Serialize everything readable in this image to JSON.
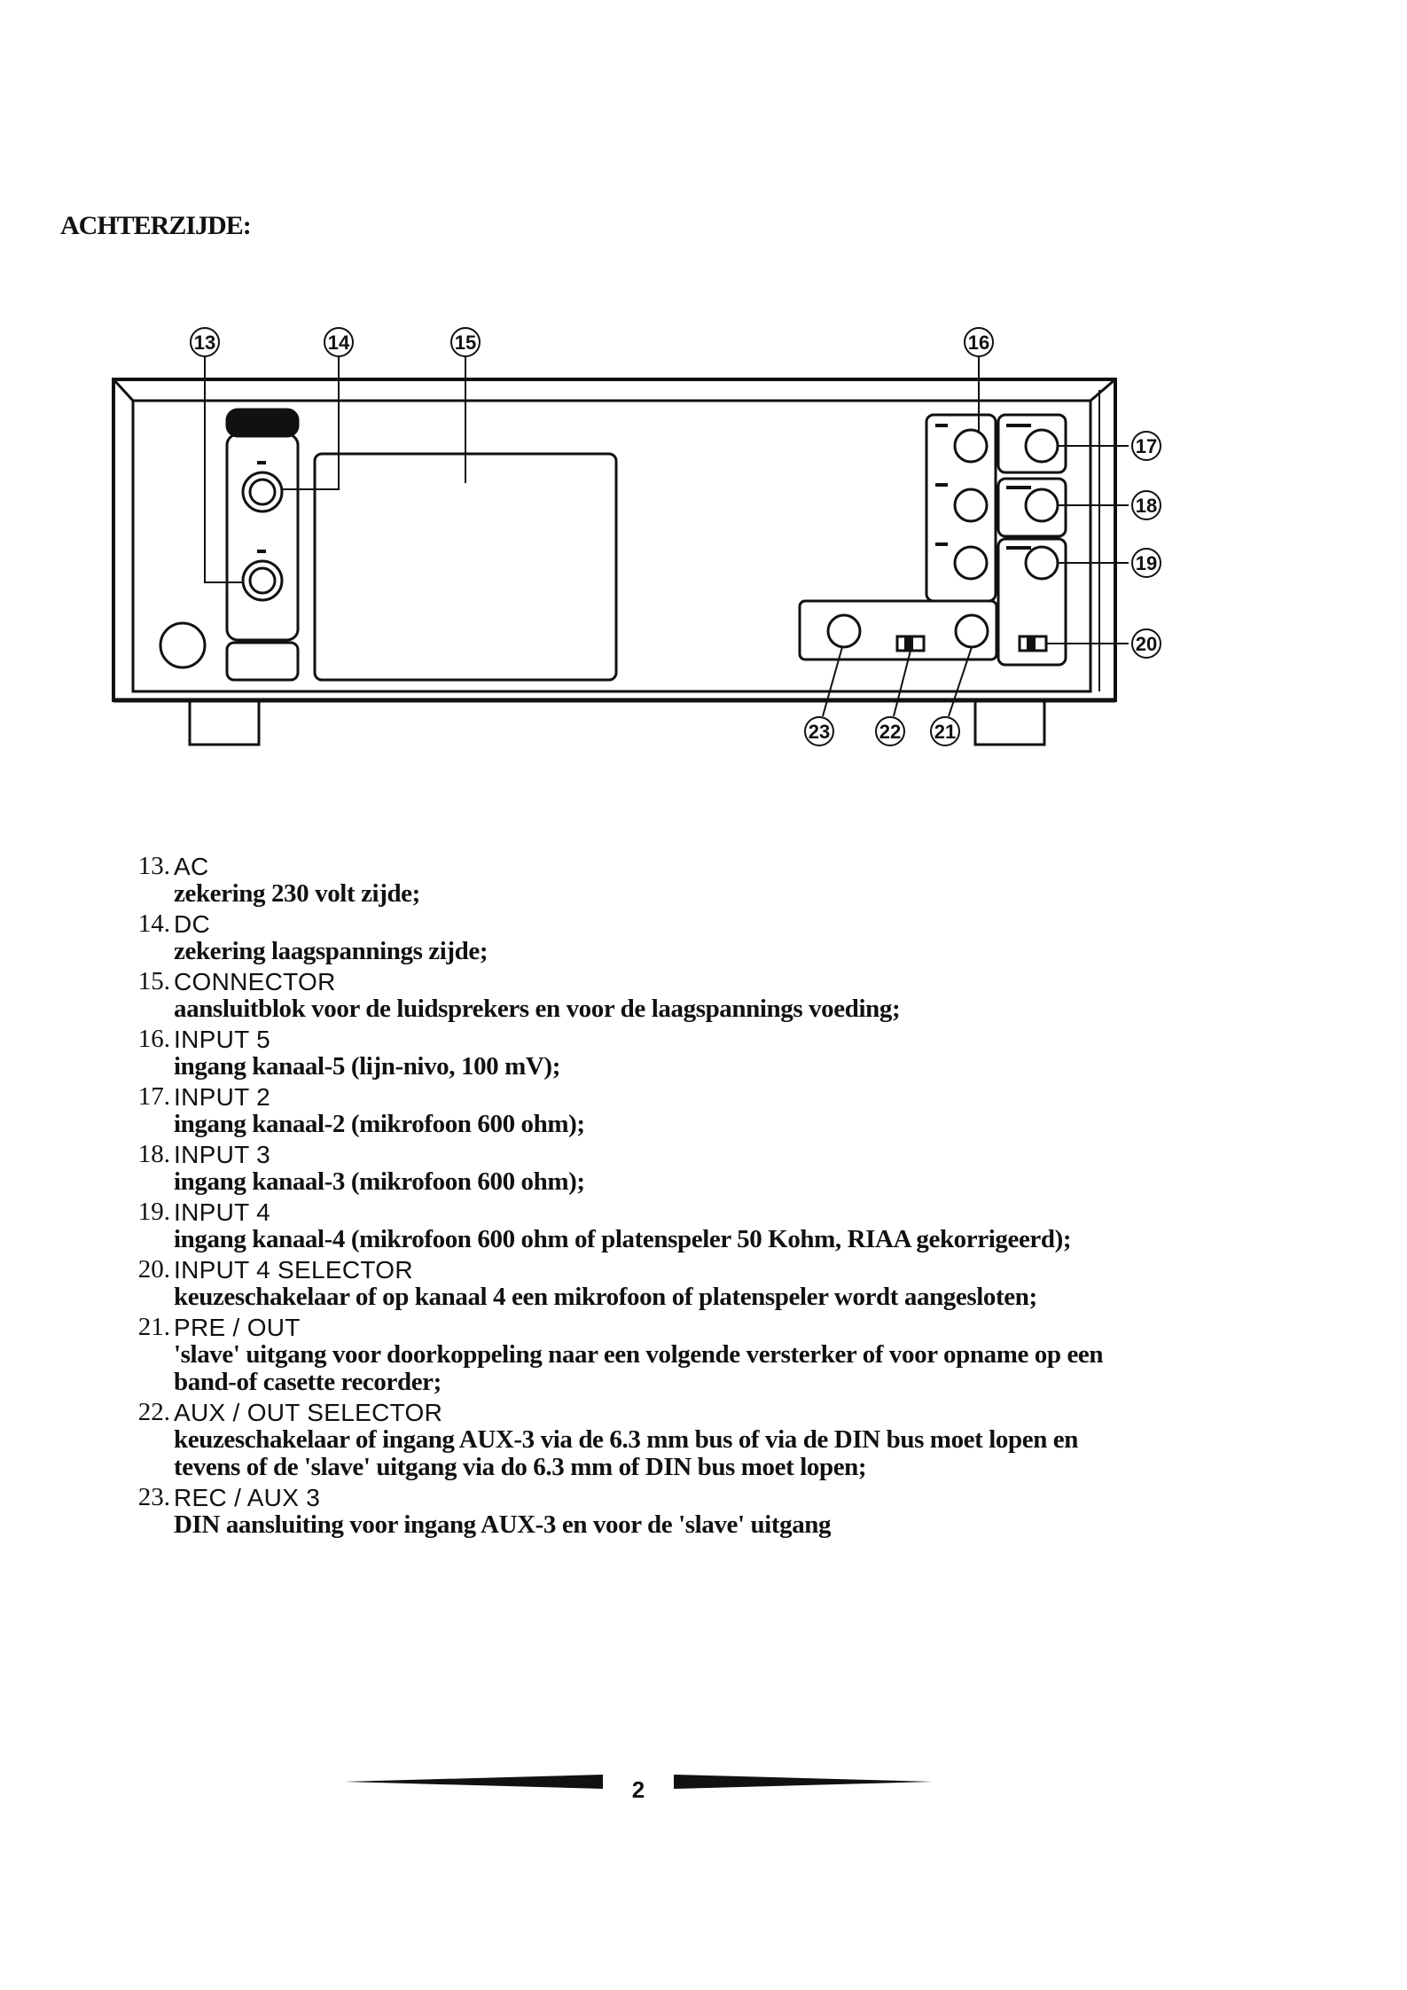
{
  "heading": "ACHTERZIJDE:",
  "callouts": [
    "13",
    "14",
    "15",
    "16",
    "17",
    "18",
    "19",
    "20",
    "21",
    "22",
    "23"
  ],
  "items": [
    {
      "num": "13",
      "label": "AC",
      "desc": "zekering 230 volt zijde;"
    },
    {
      "num": "14",
      "label": "DC",
      "desc": "zekering laagspannings zijde;"
    },
    {
      "num": "15",
      "label": "CONNECTOR",
      "desc": "aansluitblok voor de luidsprekers en voor de laagspannings voeding;"
    },
    {
      "num": "16",
      "label": "INPUT 5",
      "desc": "ingang kanaal-5 (lijn-nivo, 100 mV);"
    },
    {
      "num": "17",
      "label": "INPUT 2",
      "desc": "ingang kanaal-2 (mikrofoon 600 ohm);"
    },
    {
      "num": "18",
      "label": "INPUT 3",
      "desc": "ingang kanaal-3 (mikrofoon 600 ohm);"
    },
    {
      "num": "19",
      "label": "INPUT 4",
      "desc": "ingang kanaal-4 (mikrofoon 600 ohm of platenspeler 50 Kohm, RIAA gekorrigeerd);"
    },
    {
      "num": "20",
      "label": "INPUT 4 SELECTOR",
      "desc": "keuzeschakelaar of op kanaal 4 een mikrofoon of platenspeler wordt aangesloten;"
    },
    {
      "num": "21",
      "label": "PRE / OUT",
      "desc": "'slave' uitgang voor doorkoppeling naar een volgende versterker of voor opname op een band-of casette recorder;"
    },
    {
      "num": "22",
      "label": "AUX / OUT SELECTOR",
      "desc": "keuzeschakelaar of ingang AUX-3 via de 6.3 mm bus of via de DIN bus moet lopen en tevens of de 'slave' uitgang via do 6.3 mm of DIN bus moet lopen;"
    },
    {
      "num": "23",
      "label": "REC / AUX 3",
      "desc": "DIN aansluiting voor ingang AUX-3 en voor de 'slave' uitgang"
    }
  ],
  "page_number": "2"
}
